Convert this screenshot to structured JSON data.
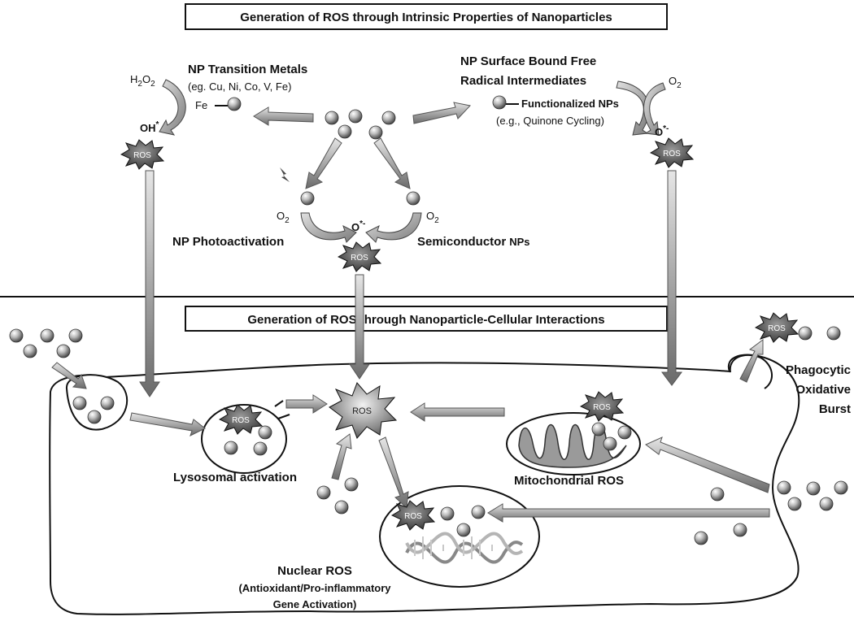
{
  "titles": {
    "intrinsic": "Generation of ROS through Intrinsic Properties of Nanoparticles",
    "cellular": "Generation of ROS through Nanoparticle-Cellular Interactions"
  },
  "intrinsic": {
    "transition_metals": {
      "line1": "NP Transition Metals",
      "line2": "(eg. Cu, Ni, Co, V, Fe)",
      "fe": "Fe"
    },
    "surface_radicals": {
      "line1": "NP Surface Bound Free",
      "line2": "Radical Intermediates"
    },
    "functionalized": {
      "line1": "Functionalized NPs",
      "line2": "(e.g., Quinone Cycling)"
    },
    "photoactivation": "NP Photoactivation",
    "semiconductor": {
      "main": "Semiconductor",
      "suffix": "NPs"
    }
  },
  "chem": {
    "h2o2": {
      "h": "H",
      "sub1": "2",
      "o": "O",
      "sub2": "2"
    },
    "o2": {
      "o": "O",
      "sub": "2"
    },
    "oh": {
      "base": "OH",
      "sup": "*"
    },
    "superoxide": {
      "base": "O",
      "sup": "*-"
    }
  },
  "ros_label": "ROS",
  "cellular": {
    "lysosomal": "Lysosomal activation",
    "mitochondrial": "Mitochondrial ROS",
    "phagocytic": {
      "line1": "Phagocytic",
      "line2": "Oxidative",
      "line3": "Burst"
    },
    "nuclear": {
      "line1": "Nuclear ROS",
      "line2": "(Antioxidant/Pro-inflammatory",
      "line3": "Gene Activation)"
    }
  }
}
